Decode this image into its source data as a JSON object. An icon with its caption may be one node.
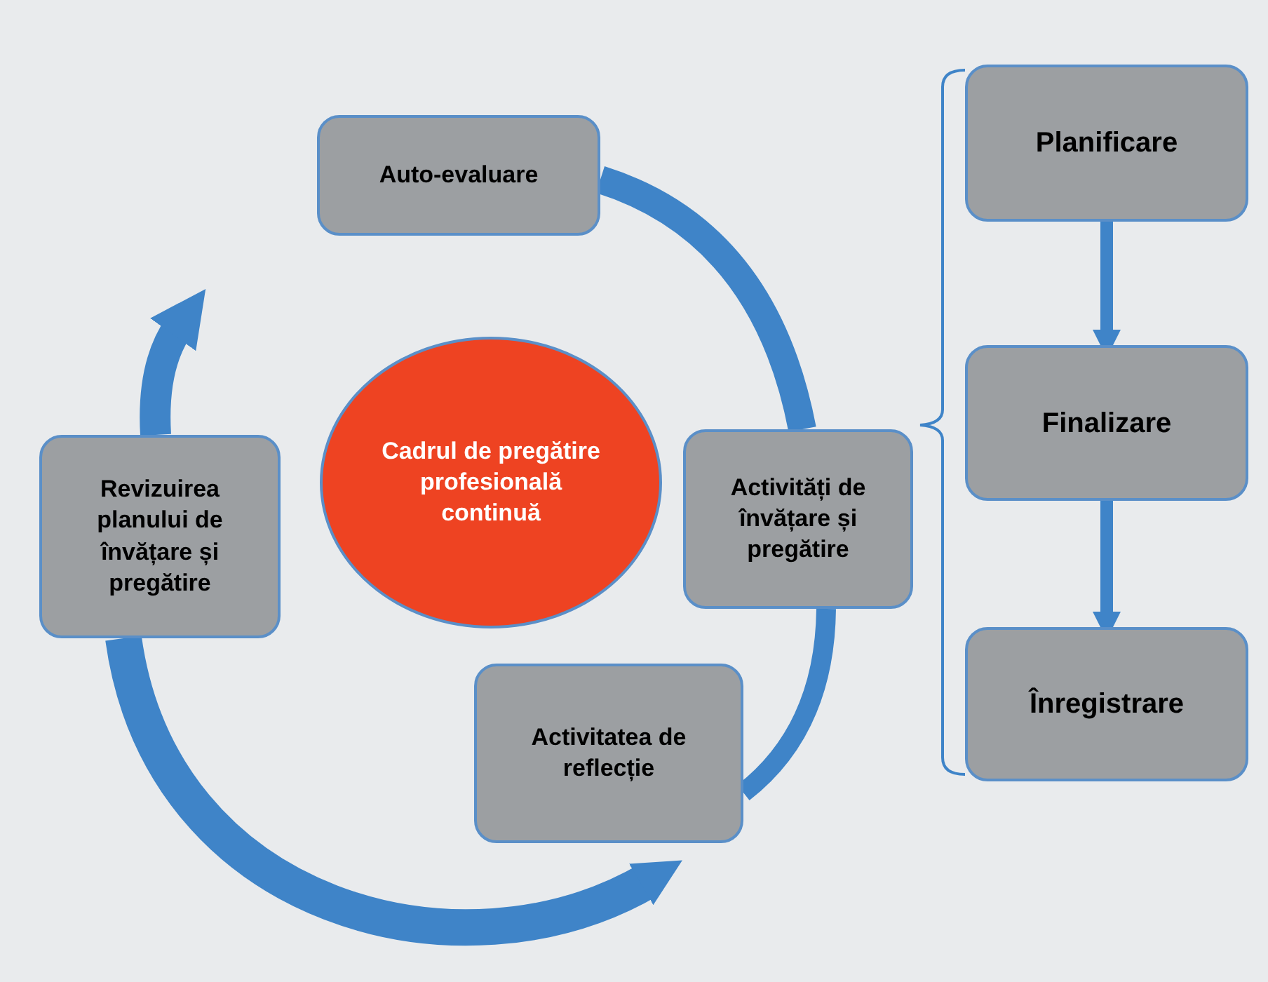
{
  "diagram": {
    "nodes": [
      {
        "text": [
          "Auto-evaluare"
        ]
      },
      {
        "text": [
          "Cadrul de pregătire profesională continuă"
        ]
      },
      {
        "text": [
          "Revizuirea planului de învățare și pregătire"
        ]
      },
      {
        "text": [
          "Activități de învățare și pregătire"
        ]
      },
      {
        "text": [
          "Activitatea de reflecție"
        ]
      },
      {
        "text": [
          "Planificare"
        ]
      },
      {
        "text": [
          "Finalizare"
        ]
      },
      {
        "text": [
          "Înregistrare"
        ]
      }
    ],
    "edges": [
      {
        "from": 0,
        "to": 3,
        "arrow": "none"
      },
      {
        "from": 3,
        "to": 4,
        "arrow": "none"
      },
      {
        "from": 2,
        "to": 4,
        "arrow": "to",
        "style": "thick"
      },
      {
        "from": 2,
        "to": null,
        "arrow": "to"
      },
      {
        "from": 5,
        "to": 6,
        "arrow": "to"
      },
      {
        "from": 6,
        "to": 7,
        "arrow": "to"
      }
    ]
  }
}
